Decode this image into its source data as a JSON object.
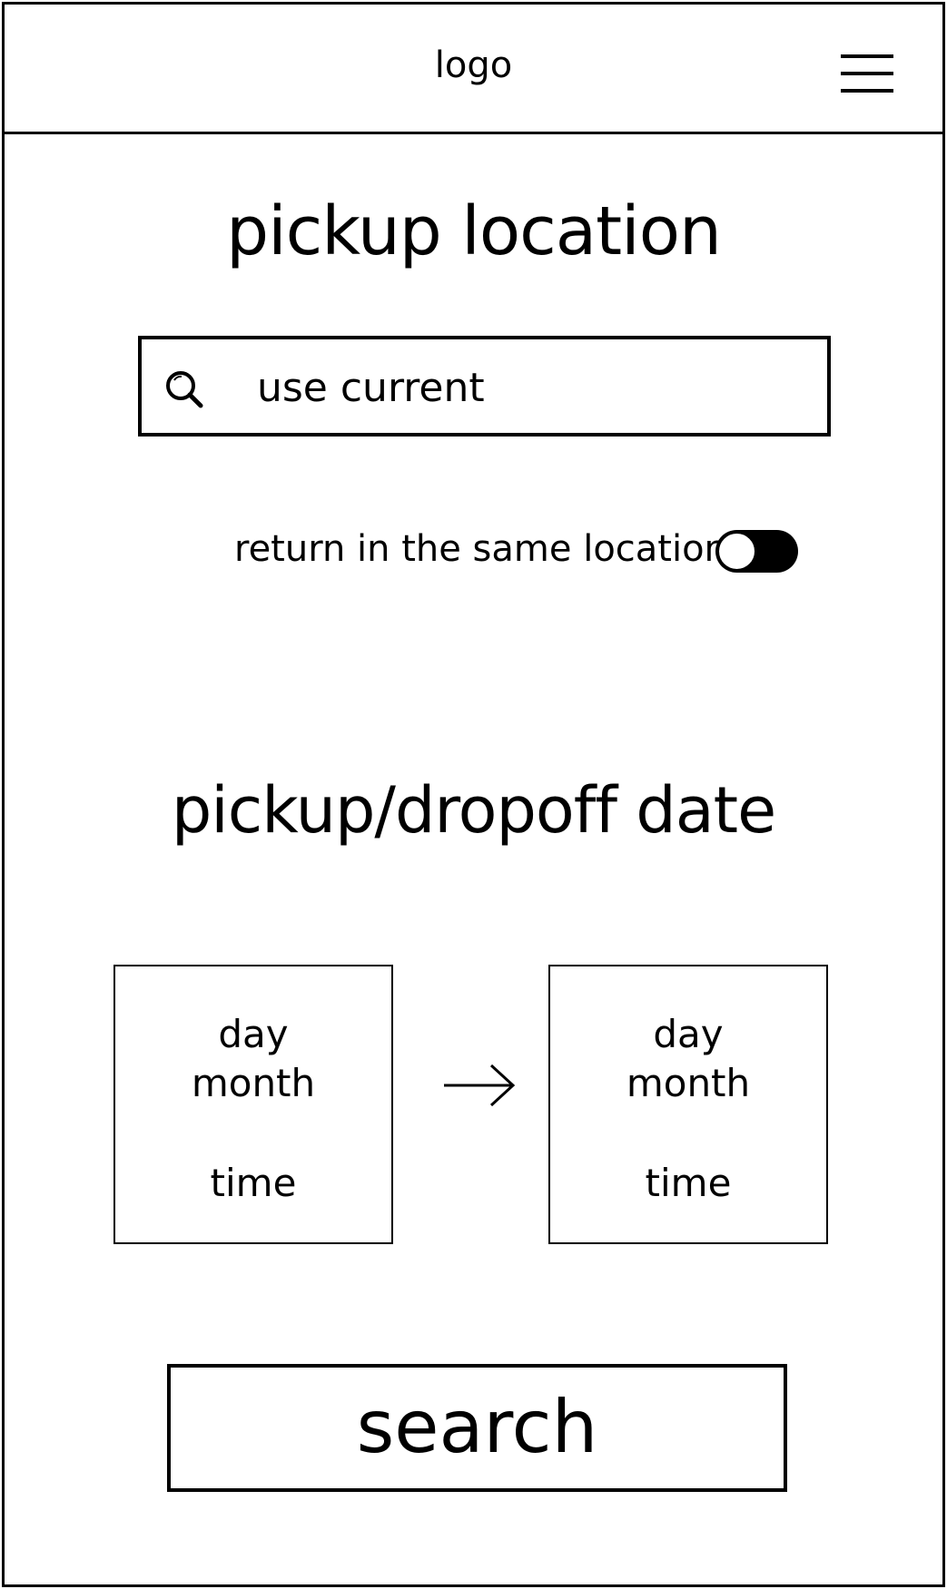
{
  "header": {
    "logo_text": "logo",
    "menu_icon": "hamburger-menu-icon"
  },
  "pickup": {
    "title": "pickup location",
    "search": {
      "icon": "search-icon",
      "value": "use current"
    },
    "return_same_location": {
      "label": "return in the same location",
      "toggle_on": true
    }
  },
  "dates": {
    "title": "pickup/dropoff date",
    "pickup": {
      "day": "day",
      "month": "month",
      "time": "time"
    },
    "arrow_icon": "arrow-right-icon",
    "dropoff": {
      "day": "day",
      "month": "month",
      "time": "time"
    }
  },
  "actions": {
    "search_label": "search"
  },
  "colors": {
    "foreground": "#000000",
    "background": "#ffffff"
  }
}
